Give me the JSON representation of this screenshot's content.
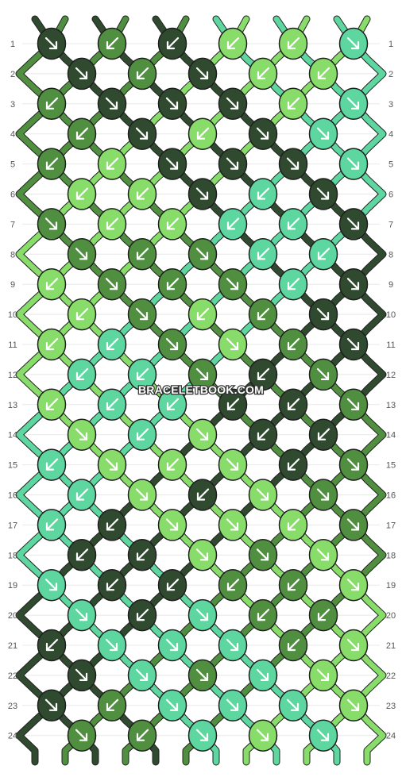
{
  "watermark": "BRACELETBOOK.COM",
  "colors": {
    "A": "#2f4a2f",
    "B": "#4f8f3f",
    "C": "#88dd6a",
    "D": "#5dd6a0"
  },
  "strings_top": [
    "A",
    "B",
    "A",
    "B",
    "A",
    "B",
    "D",
    "C",
    "D",
    "C",
    "D",
    "C"
  ],
  "strings_bottom": [
    "A",
    "B",
    "A",
    "B",
    "A",
    "B",
    "D",
    "C",
    "D",
    "C",
    "D",
    "C"
  ],
  "row_labels": [
    "1",
    "2",
    "3",
    "4",
    "5",
    "6",
    "7",
    "8",
    "9",
    "10",
    "11",
    "12",
    "13",
    "14",
    "15",
    "16",
    "17",
    "18",
    "19",
    "20",
    "21",
    "22",
    "23",
    "24"
  ],
  "knots": [
    [
      "A:r",
      "B:l",
      "A:l",
      "C:l",
      "C:l",
      "D:r"
    ],
    [
      "A:r",
      "B:l",
      "A:r",
      "C:l",
      "C:l"
    ],
    [
      "B:l",
      "A:r",
      "A:r",
      "A:r",
      "C:l",
      "D:r"
    ],
    [
      "B:l",
      "A:r",
      "C:l",
      "A:r",
      "D:r"
    ],
    [
      "B:l",
      "C:l",
      "A:r",
      "A:r",
      "A:r",
      "D:r"
    ],
    [
      "C:l",
      "C:l",
      "A:r",
      "D:l",
      "A:r"
    ],
    [
      "B:r",
      "C:l",
      "C:l",
      "D:l",
      "D:l",
      "A:r"
    ],
    [
      "B:r",
      "B:l",
      "B:r",
      "D:l",
      "D:l"
    ],
    [
      "C:l",
      "B:r",
      "B:l",
      "B:r",
      "D:l",
      "A:r"
    ],
    [
      "C:l",
      "B:r",
      "C:l",
      "B:l",
      "A:r"
    ],
    [
      "C:l",
      "D:l",
      "B:r",
      "C:r",
      "B:l",
      "A:r"
    ],
    [
      "D:l",
      "D:l",
      "B:r",
      "A:l",
      "B:r"
    ],
    [
      "C:l",
      "D:l",
      "D:l",
      "A:l",
      "A:l",
      "B:r"
    ],
    [
      "C:r",
      "D:l",
      "C:r",
      "A:l",
      "A:l"
    ],
    [
      "D:l",
      "C:r",
      "C:l",
      "C:r",
      "A:l",
      "B:r"
    ],
    [
      "D:l",
      "C:r",
      "A:l",
      "C:r",
      "B:r"
    ],
    [
      "D:l",
      "A:l",
      "C:r",
      "C:r",
      "C:l",
      "B:r"
    ],
    [
      "A:l",
      "A:l",
      "C:r",
      "B:r",
      "C:r"
    ],
    [
      "D:r",
      "A:l",
      "A:l",
      "B:l",
      "B:l",
      "C:r"
    ],
    [
      "D:r",
      "A:l",
      "D:r",
      "B:l",
      "B:l"
    ],
    [
      "A:l",
      "D:r",
      "D:r",
      "D:r",
      "B:l",
      "C:r"
    ],
    [
      "A:r",
      "D:r",
      "B:r",
      "D:r",
      "C:r"
    ],
    [
      "A:r",
      "B:l",
      "D:r",
      "D:r",
      "D:r",
      "C:r"
    ],
    [
      "B:r",
      "B:l",
      "D:r",
      "C:r",
      "D:r"
    ]
  ]
}
